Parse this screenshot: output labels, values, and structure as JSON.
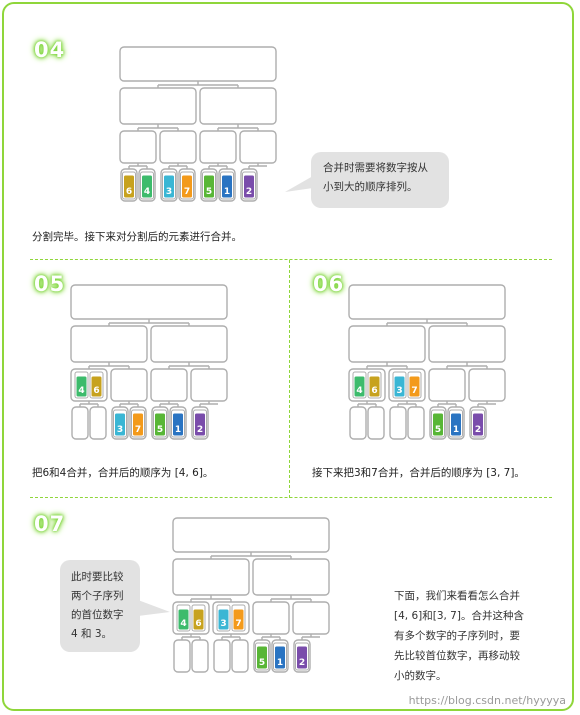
{
  "colors": {
    "frame": "#8fd63a",
    "box_border": "#aeaeae",
    "card_6": "#c7a21e",
    "card_4": "#3dbb6c",
    "card_3": "#3ab6d4",
    "card_7": "#f39a1b",
    "card_5": "#58b636",
    "card_1": "#2a74c2",
    "card_2": "#7a4dab",
    "bubble": "#e2e2e2"
  },
  "panels": {
    "p04": {
      "step": "04",
      "caption": "分割完毕。接下来对分割后的元素进行合并。",
      "bubble": [
        "合并时需要将数字按从",
        "小到大的顺序排列。"
      ],
      "cards": [
        "6",
        "4",
        "3",
        "7",
        "5",
        "1",
        "2"
      ]
    },
    "p05": {
      "step": "05",
      "caption": "把6和4合并，合并后的顺序为 [4, 6]。",
      "merged": [
        "4",
        "6"
      ],
      "cards": [
        "3",
        "7",
        "5",
        "1",
        "2"
      ]
    },
    "p06": {
      "step": "06",
      "caption": "接下来把3和7合并，合并后的顺序为 [3, 7]。",
      "merged": [
        "4",
        "6",
        "3",
        "7"
      ],
      "cards": [
        "5",
        "1",
        "2"
      ]
    },
    "p07": {
      "step": "07",
      "bubble": [
        "此时要比较",
        "两个子序列",
        "的首位数字",
        "4 和 3。"
      ],
      "text": [
        "下面，我们来看看怎么合并",
        "[4, 6]和[3, 7]。合并这种含",
        "有多个数字的子序列时，要",
        "先比较首位数字，再移动较",
        "小的数字。"
      ],
      "merged": [
        "4",
        "6",
        "3",
        "7"
      ],
      "cards": [
        "5",
        "1",
        "2"
      ]
    }
  },
  "watermark": "https://blog.csdn.net/hyyyya"
}
